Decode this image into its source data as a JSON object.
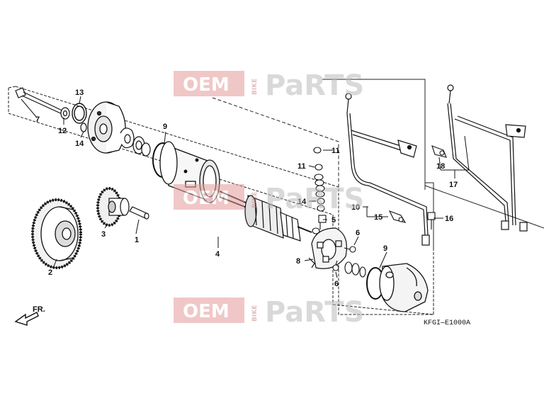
{
  "diagram": {
    "code": "KFGI—E1000A",
    "direction_label": "FR.",
    "callouts": [
      {
        "id": "c1",
        "text": "1"
      },
      {
        "id": "c2",
        "text": "2"
      },
      {
        "id": "c3",
        "text": "3"
      },
      {
        "id": "c4",
        "text": "4"
      },
      {
        "id": "c5",
        "text": "5"
      },
      {
        "id": "c6a",
        "text": "6"
      },
      {
        "id": "c6b",
        "text": "6"
      },
      {
        "id": "c7",
        "text": "7"
      },
      {
        "id": "c8",
        "text": "8"
      },
      {
        "id": "c9a",
        "text": "9"
      },
      {
        "id": "c9b",
        "text": "9"
      },
      {
        "id": "c10",
        "text": "10"
      },
      {
        "id": "c11a",
        "text": "11"
      },
      {
        "id": "c11b",
        "text": "11"
      },
      {
        "id": "c12",
        "text": "12"
      },
      {
        "id": "c13",
        "text": "13"
      },
      {
        "id": "c14a",
        "text": "14"
      },
      {
        "id": "c14b",
        "text": "14"
      },
      {
        "id": "c15",
        "text": "15"
      },
      {
        "id": "c16",
        "text": "16"
      },
      {
        "id": "c17",
        "text": "17"
      },
      {
        "id": "c18",
        "text": "18"
      }
    ]
  },
  "watermark": {
    "oem": "OEM",
    "bike": "BIKE",
    "parts": "PaRTS"
  }
}
